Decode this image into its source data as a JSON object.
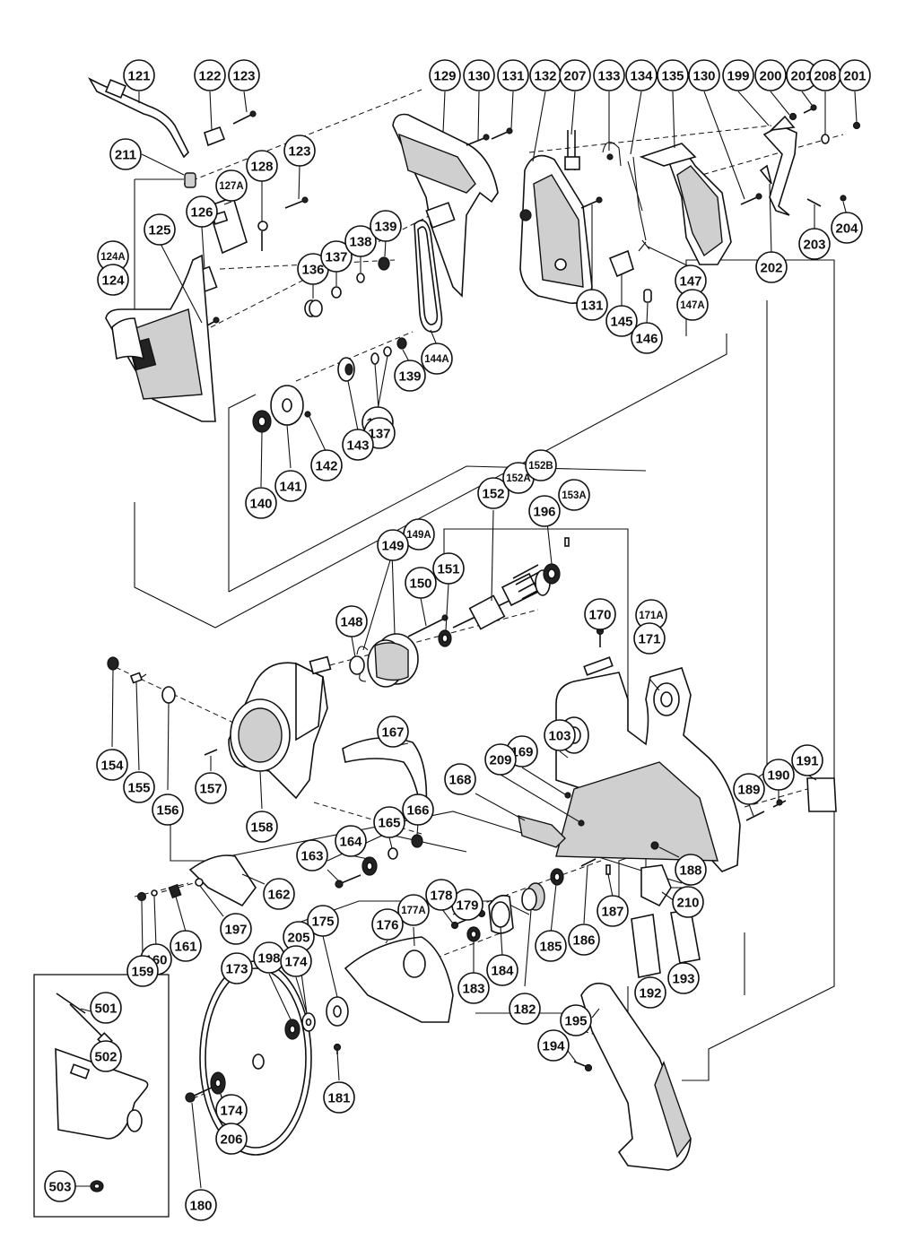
{
  "callouts": [
    {
      "id": "c121",
      "label": "121"
    },
    {
      "id": "c122",
      "label": "122"
    },
    {
      "id": "c123a",
      "label": "123"
    },
    {
      "id": "c211",
      "label": "211"
    },
    {
      "id": "c127A",
      "label": "127A"
    },
    {
      "id": "c128",
      "label": "128"
    },
    {
      "id": "c123b",
      "label": "123"
    },
    {
      "id": "c126",
      "label": "126"
    },
    {
      "id": "c124A",
      "label": "124A"
    },
    {
      "id": "c124",
      "label": "124"
    },
    {
      "id": "c125",
      "label": "125"
    },
    {
      "id": "c136",
      "label": "136"
    },
    {
      "id": "c137a",
      "label": "137"
    },
    {
      "id": "c138a",
      "label": "138"
    },
    {
      "id": "c139a",
      "label": "139"
    },
    {
      "id": "c129",
      "label": "129"
    },
    {
      "id": "c130a",
      "label": "130"
    },
    {
      "id": "c131a",
      "label": "131"
    },
    {
      "id": "c132",
      "label": "132"
    },
    {
      "id": "c207",
      "label": "207"
    },
    {
      "id": "c133",
      "label": "133"
    },
    {
      "id": "c134",
      "label": "134"
    },
    {
      "id": "c135",
      "label": "135"
    },
    {
      "id": "c130b",
      "label": "130"
    },
    {
      "id": "c199",
      "label": "199"
    },
    {
      "id": "c200",
      "label": "200"
    },
    {
      "id": "c201a",
      "label": "201"
    },
    {
      "id": "c208",
      "label": "208"
    },
    {
      "id": "c201b",
      "label": "201"
    },
    {
      "id": "c204",
      "label": "204"
    },
    {
      "id": "c203",
      "label": "203"
    },
    {
      "id": "c202",
      "label": "202"
    },
    {
      "id": "c147",
      "label": "147"
    },
    {
      "id": "c147A",
      "label": "147A"
    },
    {
      "id": "c131b",
      "label": "131"
    },
    {
      "id": "c145",
      "label": "145"
    },
    {
      "id": "c146",
      "label": "146"
    },
    {
      "id": "c144A",
      "label": "144A"
    },
    {
      "id": "c139b",
      "label": "139"
    },
    {
      "id": "c138b",
      "label": "138"
    },
    {
      "id": "c137b",
      "label": "137"
    },
    {
      "id": "c143",
      "label": "143"
    },
    {
      "id": "c142",
      "label": "142"
    },
    {
      "id": "c141",
      "label": "141"
    },
    {
      "id": "c140",
      "label": "140"
    },
    {
      "id": "c152",
      "label": "152"
    },
    {
      "id": "c152A",
      "label": "152A"
    },
    {
      "id": "c152B",
      "label": "152B"
    },
    {
      "id": "c153A",
      "label": "153A"
    },
    {
      "id": "c196",
      "label": "196"
    },
    {
      "id": "c149A",
      "label": "149A"
    },
    {
      "id": "c149",
      "label": "149"
    },
    {
      "id": "c151",
      "label": "151"
    },
    {
      "id": "c150",
      "label": "150"
    },
    {
      "id": "c148",
      "label": "148"
    },
    {
      "id": "c170",
      "label": "170"
    },
    {
      "id": "c171A",
      "label": "171A"
    },
    {
      "id": "c171",
      "label": "171"
    },
    {
      "id": "c103",
      "label": "103"
    },
    {
      "id": "c169",
      "label": "169"
    },
    {
      "id": "c209",
      "label": "209"
    },
    {
      "id": "c167",
      "label": "167"
    },
    {
      "id": "c168",
      "label": "168"
    },
    {
      "id": "c154",
      "label": "154"
    },
    {
      "id": "c155",
      "label": "155"
    },
    {
      "id": "c156",
      "label": "156"
    },
    {
      "id": "c157",
      "label": "157"
    },
    {
      "id": "c158",
      "label": "158"
    },
    {
      "id": "c166",
      "label": "166"
    },
    {
      "id": "c165",
      "label": "165"
    },
    {
      "id": "c164",
      "label": "164"
    },
    {
      "id": "c163",
      "label": "163"
    },
    {
      "id": "c189",
      "label": "189"
    },
    {
      "id": "c190",
      "label": "190"
    },
    {
      "id": "c191",
      "label": "191"
    },
    {
      "id": "c188",
      "label": "188"
    },
    {
      "id": "c210",
      "label": "210"
    },
    {
      "id": "c187",
      "label": "187"
    },
    {
      "id": "c186",
      "label": "186"
    },
    {
      "id": "c185",
      "label": "185"
    },
    {
      "id": "c179",
      "label": "179"
    },
    {
      "id": "c178",
      "label": "178"
    },
    {
      "id": "c177A",
      "label": "177A"
    },
    {
      "id": "c162",
      "label": "162"
    },
    {
      "id": "c197",
      "label": "197"
    },
    {
      "id": "c161",
      "label": "161"
    },
    {
      "id": "c160",
      "label": "160"
    },
    {
      "id": "c159",
      "label": "159"
    },
    {
      "id": "c175",
      "label": "175"
    },
    {
      "id": "c176",
      "label": "176"
    },
    {
      "id": "c184",
      "label": "184"
    },
    {
      "id": "c183",
      "label": "183"
    },
    {
      "id": "c182",
      "label": "182"
    },
    {
      "id": "c192",
      "label": "192"
    },
    {
      "id": "c193",
      "label": "193"
    },
    {
      "id": "c195",
      "label": "195"
    },
    {
      "id": "c194",
      "label": "194"
    },
    {
      "id": "c205",
      "label": "205"
    },
    {
      "id": "c173",
      "label": "173"
    },
    {
      "id": "c198",
      "label": "198"
    },
    {
      "id": "c174a",
      "label": "174"
    },
    {
      "id": "c181",
      "label": "181"
    },
    {
      "id": "c174b",
      "label": "174"
    },
    {
      "id": "c180",
      "label": "180"
    },
    {
      "id": "c206",
      "label": "206"
    },
    {
      "id": "c501",
      "label": "501"
    },
    {
      "id": "c502",
      "label": "502"
    },
    {
      "id": "c503",
      "label": "503"
    }
  ]
}
